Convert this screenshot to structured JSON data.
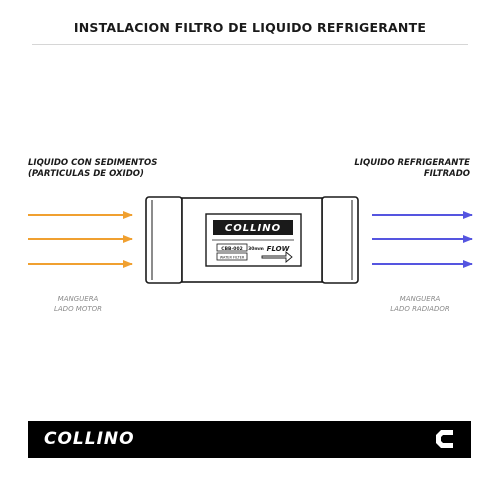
{
  "title": "INSTALACION FILTRO DE LIQUIDO REFRIGERANTE",
  "inlet": {
    "label_line1": "LIQUIDO CON SEDIMENTOS",
    "label_line2": "(PARTICULAS DE OXIDO)",
    "hose_line1": "MANGUERA",
    "hose_line2": "LADO MOTOR",
    "arrow_color": "#f0a030"
  },
  "outlet": {
    "label_line1": "LIQUIDO REFRIGERANTE",
    "label_line2": "FILTRADO",
    "hose_line1": "MANGUERA",
    "hose_line2": "LADO RADIADOR",
    "arrow_color": "#5555e0"
  },
  "filter": {
    "brand": "COLLINO",
    "model_text": "CBB-002",
    "size_text": "30mm",
    "sub_text": "WATER FILTER",
    "flow_text": "FLOW"
  },
  "footer": {
    "brand": "COLLINO",
    "icon": "collino-c-logo-icon",
    "background": "#000000"
  }
}
